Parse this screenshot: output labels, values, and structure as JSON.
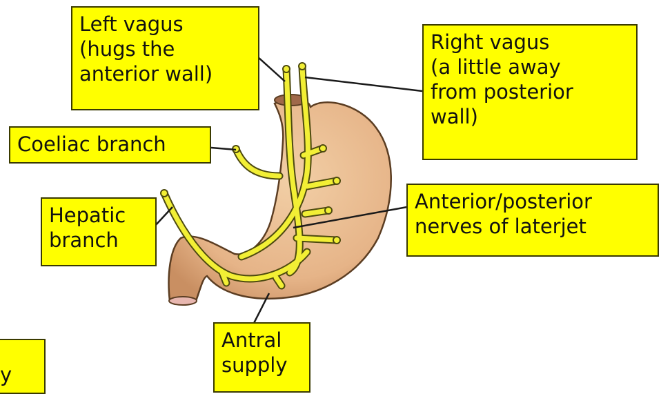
{
  "colors": {
    "label_fill": "#ffff00",
    "nerve": "#f2ef35",
    "stomach": "#eab98c"
  },
  "labels": {
    "left_vagus": "Left vagus\n(hugs the\nanterior wall)",
    "right_vagus": "Right vagus\n(a little away\nfrom posterior\nwall)",
    "coeliac_branch": "Coeliac branch",
    "hepatic_branch": "Hepatic\nbranch",
    "laterjet_nerves": "Anterior/posterior\nnerves of laterjet",
    "antral_supply": "Antral\nsupply",
    "partial_bottom_left": "y"
  }
}
